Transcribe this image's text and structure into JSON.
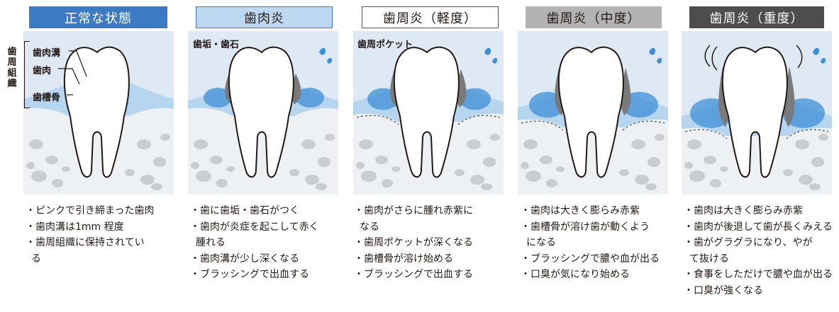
{
  "columns": [
    {
      "title": "正常な状態",
      "header_bg": "#3d7ac4",
      "header_fg": "#ffffff",
      "header_border": "#3d7ac4",
      "lines": [
        "・ピンクで引き締まった歯肉",
        "・歯肉溝は1mm 程度",
        "・歯周組織に保持されてい",
        "る"
      ]
    },
    {
      "title": "歯肉炎",
      "header_bg": "#bed7f1",
      "header_fg": "#231815",
      "header_border": "#3d7ac4",
      "lines": [
        "・歯に歯垢・歯石がつく",
        "・歯肉が炎症を起こして赤く",
        "腫れる",
        "・歯肉溝が少し深くなる",
        "・ブラッシングで出血する"
      ]
    },
    {
      "title": "歯周炎（軽度）",
      "header_bg": "#ffffff",
      "header_fg": "#231815",
      "header_border": "#555555",
      "lines": [
        "・歯肉がさらに腫れ赤紫に",
        "なる",
        "・歯周ポケットが深くなる",
        "・歯槽骨が溶け始める",
        "・ブラッシングで出血する"
      ]
    },
    {
      "title": "歯周炎（中度）",
      "header_bg": "#b3b3b3",
      "header_fg": "#231815",
      "header_border": "#b3b3b3",
      "lines": [
        "・歯肉は大きく膨らみ赤紫",
        "・歯槽骨が溶け歯が動くよう",
        "になる",
        "・ブラッシングで膿や血が出る",
        "・口臭が気になり始める"
      ]
    },
    {
      "title": "歯周炎（重度）",
      "header_bg": "#4d4d4d",
      "header_fg": "#ffffff",
      "header_border": "#4d4d4d",
      "lines": [
        "・歯肉は大きく膨らみ赤紫",
        "・歯肉が後退して歯が長くみえる",
        "・歯がグラグラになり、やが",
        "て抜ける",
        "・食事をしただけで膿や血が出る",
        "・口臭が強くなる"
      ]
    }
  ],
  "labels": {
    "periodontal_tissue": "歯周組織",
    "gingival_sulcus": "歯肉溝",
    "gingiva": "歯肉",
    "alveolar_bone": "歯槽骨",
    "plaque_tartar": "歯垢・歯石",
    "periodontal_pocket": "歯周ポケット"
  },
  "colors": {
    "gum": "#b6d6f0",
    "inflammation": "#3d8fd8",
    "bone": "#ffffff",
    "tartar": "#7a7a7a",
    "tooth": "#ffffff",
    "outline": "#231815"
  }
}
